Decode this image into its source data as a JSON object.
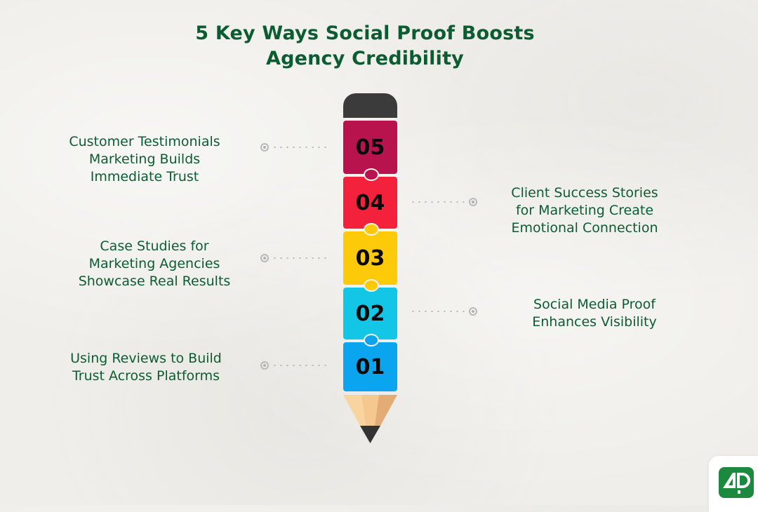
{
  "title": {
    "line1": "5 Key Ways Social Proof Boosts",
    "line2": "Agency Credibility"
  },
  "pencil": {
    "segments": [
      {
        "number": "05",
        "color": "#b8134c",
        "side": "left",
        "label": [
          "Customer Testimonials",
          "Marketing Builds",
          "Immediate Trust"
        ]
      },
      {
        "number": "04",
        "color": "#f4213c",
        "side": "right",
        "label": [
          "Client Success Stories",
          "for Marketing Create",
          "Emotional Connection"
        ]
      },
      {
        "number": "03",
        "color": "#fdca0a",
        "side": "left",
        "label": [
          "Case Studies for",
          "Marketing Agencies",
          "Showcase Real Results"
        ]
      },
      {
        "number": "02",
        "color": "#13c6e6",
        "side": "right",
        "label": [
          "Social Media Proof",
          "Enhances Visibility"
        ]
      },
      {
        "number": "01",
        "color": "#0ba4ee",
        "side": "left",
        "label": [
          "Using Reviews to Build",
          "Trust Across Platforms"
        ]
      }
    ],
    "cap_color": "#3b3b3b",
    "wood_colors": [
      "#f9d4a0",
      "#f4c88e",
      "#e3ac75"
    ],
    "lead_color": "#333333"
  },
  "colors": {
    "text_green": "#0c5c32",
    "background": "#efeeea",
    "connector_gray": "#b9b9b7"
  },
  "logo": {
    "text": "AD",
    "color": "#1b8a3f"
  }
}
